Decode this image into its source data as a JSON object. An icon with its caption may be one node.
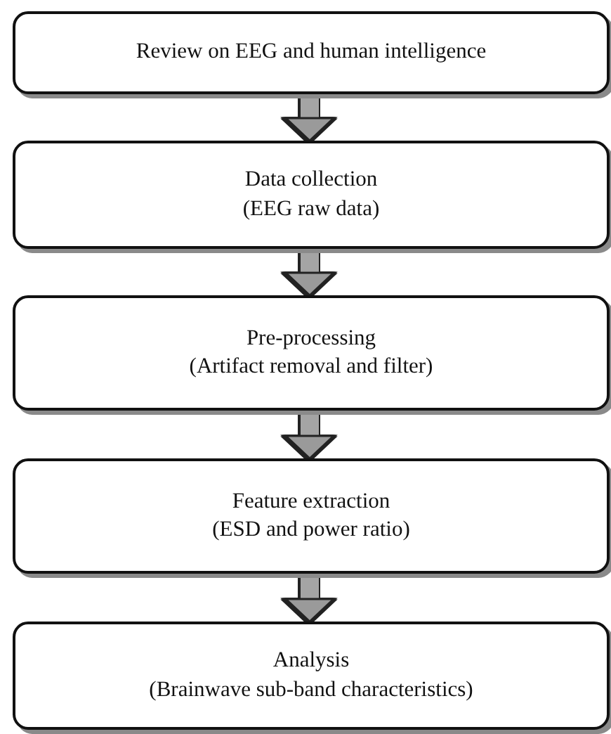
{
  "diagram": {
    "nodes": [
      {
        "text": [
          "Review on EEG and human intelligence"
        ]
      },
      {
        "text": [
          "Data collection",
          "(EEG raw data)"
        ]
      },
      {
        "text": [
          "Pre-processing",
          "(Artifact removal and filter)"
        ]
      },
      {
        "text": [
          "Feature extraction",
          "(ESD and power ratio)"
        ]
      },
      {
        "text": [
          "Analysis",
          "(Brainwave sub-band characteristics)"
        ]
      }
    ],
    "edges": [
      {
        "from": 0,
        "to": 1,
        "arrow": "to"
      },
      {
        "from": 1,
        "to": 2,
        "arrow": "to"
      },
      {
        "from": 2,
        "to": 3,
        "arrow": "to"
      },
      {
        "from": 3,
        "to": 4,
        "arrow": "to"
      }
    ]
  }
}
